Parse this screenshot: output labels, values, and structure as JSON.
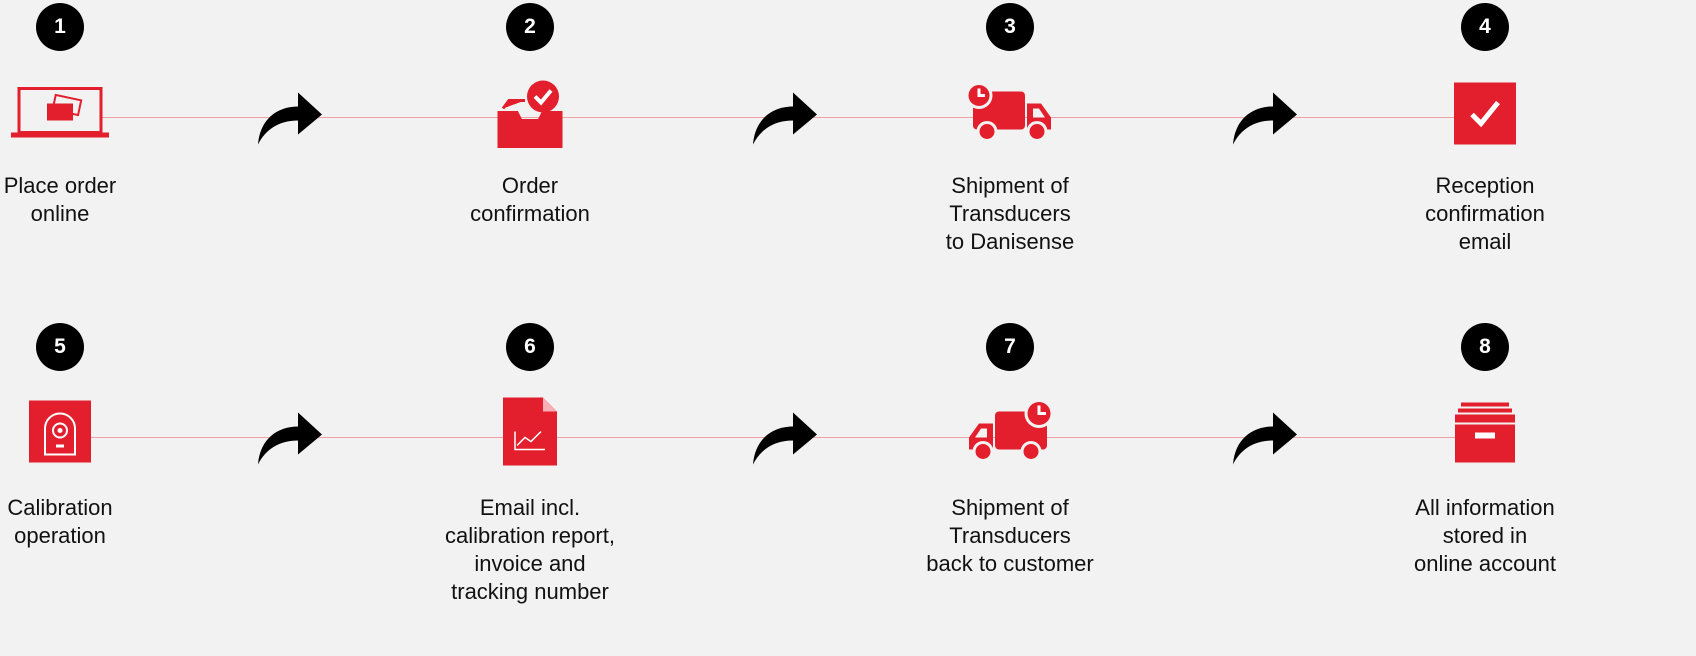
{
  "accent": "#e31e2d",
  "steps": [
    {
      "number": "1",
      "label": [
        "Place order",
        "online"
      ],
      "icon": "laptop-credit-card-icon"
    },
    {
      "number": "2",
      "label": [
        "Order",
        "confirmation"
      ],
      "icon": "inbox-check-icon"
    },
    {
      "number": "3",
      "label": [
        "Shipment of",
        "Transducers",
        "to Danisense"
      ],
      "icon": "truck-clock-icon"
    },
    {
      "number": "4",
      "label": [
        "Reception",
        "confirmation",
        "email"
      ],
      "icon": "checkbox-icon"
    },
    {
      "number": "5",
      "label": [
        "Calibration",
        "operation"
      ],
      "icon": "calibration-chamber-icon"
    },
    {
      "number": "6",
      "label": [
        "Email incl.",
        "calibration report,",
        "invoice and",
        "tracking number"
      ],
      "icon": "report-document-icon"
    },
    {
      "number": "7",
      "label": [
        "Shipment of",
        "Transducers",
        "back to customer"
      ],
      "icon": "truck-clock-icon"
    },
    {
      "number": "8",
      "label": [
        "All information",
        "stored in",
        "online account"
      ],
      "icon": "archive-box-icon"
    }
  ]
}
